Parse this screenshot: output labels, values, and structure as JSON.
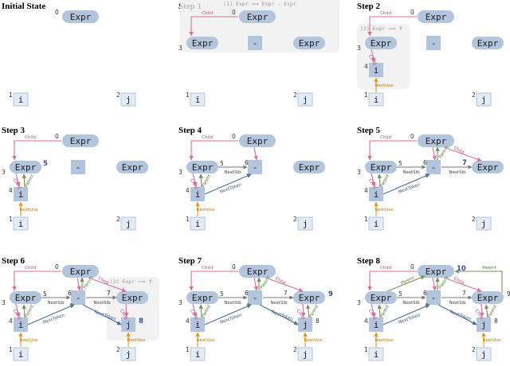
{
  "panels": [
    {
      "title": "Initial State"
    },
    {
      "title": "Step 1"
    },
    {
      "title": "Step 2"
    },
    {
      "title": "Step 3"
    },
    {
      "title": "Step 4"
    },
    {
      "title": "Step 5"
    },
    {
      "title": "Step 6"
    },
    {
      "title": "Step 7"
    },
    {
      "title": "Step 8"
    }
  ],
  "labels": {
    "expr": "Expr",
    "minus": "-",
    "tok_i": "i",
    "tok_j": "j",
    "child": "Child",
    "parent": "Parent",
    "next_sib": "NextSib",
    "next_token": "NextToken",
    "next_use": "NextUse",
    "rule1": "(1) Expr ⟹ Expr - Expr",
    "rule2": "(2) Expr ⟹ 𝒱"
  },
  "numbers": {
    "n0": "0",
    "n1": "1",
    "n2": "2",
    "n3": "3",
    "n4": "4",
    "n5": "5",
    "n6": "6",
    "n7": "7",
    "n8": "8",
    "n9": "9",
    "n10": "10"
  },
  "colors": {
    "node": "#b3c4dd",
    "child_edge": "#d6709b",
    "parent_edge": "#7a9258",
    "next_token_edge": "#4a6a9a",
    "next_use_edge": "#e39a1f",
    "next_sib_edge": "#777777"
  }
}
